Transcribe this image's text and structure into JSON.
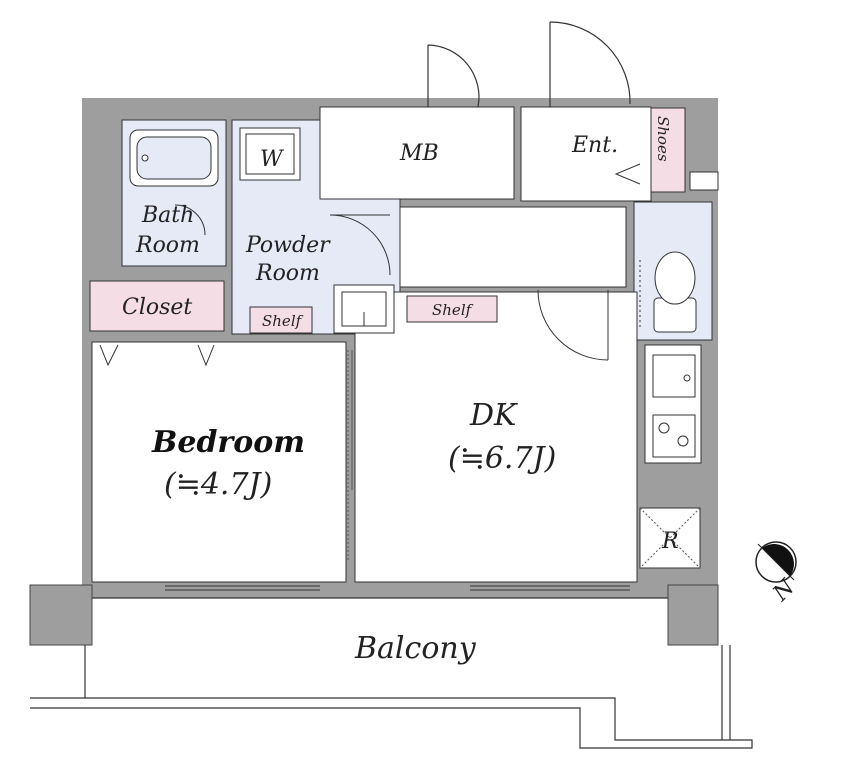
{
  "rooms": {
    "mb": "MB",
    "entrance": "Ent.",
    "shoes": "Shoes",
    "bath_line1": "Bath",
    "bath_line2": "Room",
    "powder_line1": "Powder",
    "powder_line2": "Room",
    "washer": "W",
    "closet": "Closet",
    "shelf_powder": "Shelf",
    "shelf_hall": "Shelf",
    "bedroom_name": "Bedroom",
    "bedroom_size": "(≒4.7J)",
    "dk_name": "DK",
    "dk_size": "(≒6.7J)",
    "refrigerator": "R",
    "balcony": "Balcony",
    "north": "N"
  },
  "colors": {
    "wall": "#9e9e9e",
    "wet_area": "#e6eaf7",
    "pink_storage": "#f5dde6",
    "line": "#333333"
  }
}
